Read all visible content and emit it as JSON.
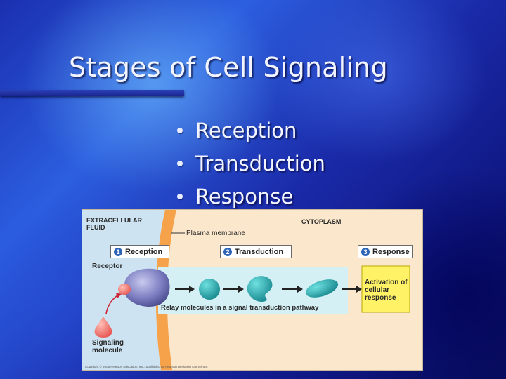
{
  "slide": {
    "title": "Stages of Cell Signaling",
    "bullets": [
      {
        "label": "Reception"
      },
      {
        "label": "Transduction"
      },
      {
        "label": "Response"
      }
    ]
  },
  "figure": {
    "extracellular_label": "EXTRACELLULAR FLUID",
    "cytoplasm_label": "CYTOPLASM",
    "plasma_membrane_label": "Plasma membrane",
    "stages": [
      {
        "number": "1",
        "label": "Reception"
      },
      {
        "number": "2",
        "label": "Transduction"
      },
      {
        "number": "3",
        "label": "Response"
      }
    ],
    "receptor_label": "Receptor",
    "relay_label": "Relay molecules in a signal transduction pathway",
    "activation_label": "Activation of cellular response",
    "signaling_label": "Signaling molecule",
    "copyright": "Copyright © 2008 Pearson Education, Inc., publishing as Pearson Benjamin Cummings."
  }
}
